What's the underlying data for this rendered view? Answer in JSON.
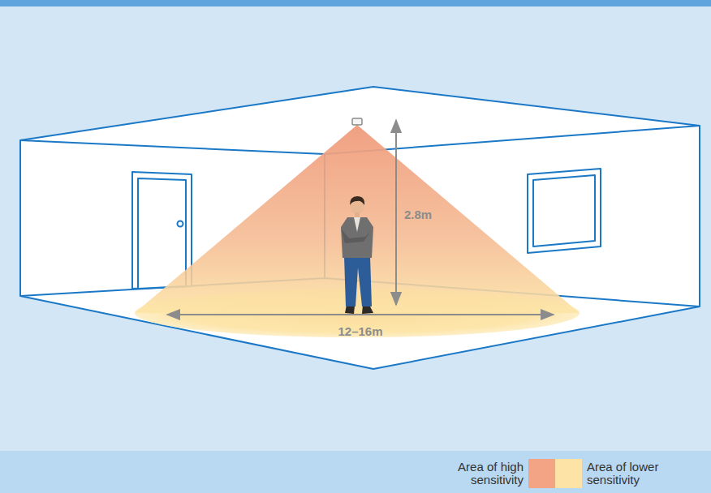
{
  "diagram": {
    "labels": [
      "2.8m",
      "12–16m"
    ],
    "legend": [
      {
        "text": "Area of high sensitivity",
        "color": "#f2a484"
      },
      {
        "text": "Area of lower sensitivity",
        "color": "#fde4a6"
      }
    ]
  }
}
